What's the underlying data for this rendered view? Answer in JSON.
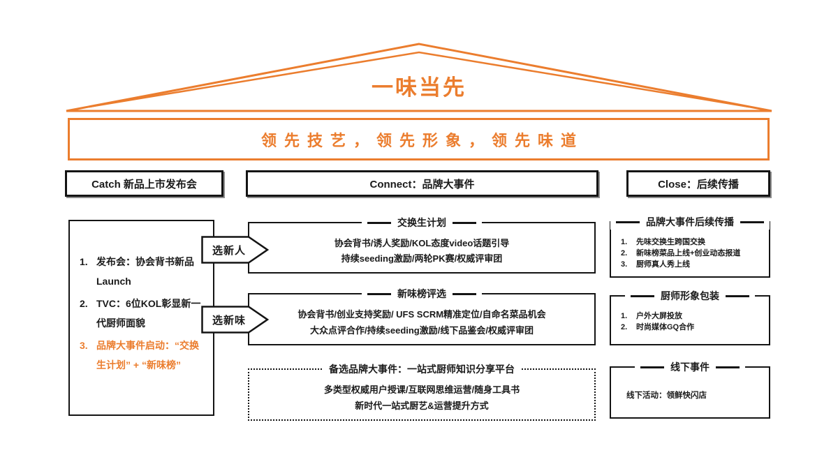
{
  "colors": {
    "accent": "#EB7D2E",
    "ink": "#1a1a1a"
  },
  "roof": {
    "title": "一味当先"
  },
  "banner": {
    "text": "领先技艺，领先形象，领先味道"
  },
  "headers": {
    "catch": "Catch 新品上市发布会",
    "connect": "Connect：品牌大事件",
    "close": "Close：后续传播"
  },
  "catch_panel": {
    "items": [
      {
        "num": "1.",
        "text": "发布会：协会背书新品 Launch"
      },
      {
        "num": "2.",
        "text": "TVC：6位KOL彰显新一代厨师面貌"
      },
      {
        "num": "3.",
        "text": "品牌大事件启动：“交换生计划” + “新味榜”"
      }
    ]
  },
  "arrows": {
    "select_new_person": "选新人",
    "select_new_taste": "选新味"
  },
  "connect_panel": {
    "exchange": {
      "title": "交换生计划",
      "line1": "协会背书/诱人奖励/KOL态度video话题引导",
      "line2": "持续seeding激励/两轮PK赛/权威评审团"
    },
    "ranking": {
      "title": "新味榜评选",
      "line1": "协会背书/创业支持奖励/ UFS SCRM精准定位/自命名菜品机会",
      "line2": "大众点评合作/持续seeding激励/线下品鉴会/权威评审团"
    },
    "backup": {
      "title": "备选品牌大事件：一站式厨师知识分享平台",
      "line1": "多类型权威用户授课/互联网思维运营/随身工具书",
      "line2": "新时代一站式厨艺&运营提升方式"
    }
  },
  "close_panel": {
    "followup": {
      "title": "品牌大事件后续传播",
      "items": [
        {
          "num": "1.",
          "text": "先味交换生跨国交换"
        },
        {
          "num": "2.",
          "text": "新味榜菜品上线+创业动态报道"
        },
        {
          "num": "3.",
          "text": "厨师真人秀上线"
        }
      ]
    },
    "image": {
      "title": "厨师形象包装",
      "items": [
        {
          "num": "1.",
          "text": "户外大屏投放"
        },
        {
          "num": "2.",
          "text": "时尚媒体GQ合作"
        }
      ]
    },
    "offline": {
      "title": "线下事件",
      "text": "线下活动：领鲜快闪店"
    }
  }
}
